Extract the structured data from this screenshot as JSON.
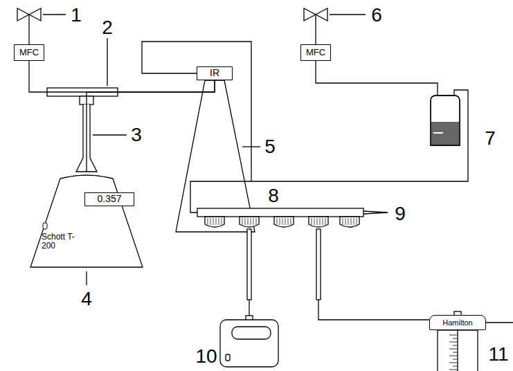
{
  "diagram": {
    "nodes": [
      {
        "text": [
          "MFC"
        ]
      },
      {
        "text": [
          "Schott T-200"
        ]
      },
      {
        "text": [
          "0.357"
        ],
        "in": 1
      },
      {
        "text": [
          "IR"
        ]
      },
      {
        "text": [
          "MFC"
        ]
      },
      {
        "text": [
          "Hamilton"
        ]
      }
    ],
    "edges": [
      {
        "from": 0,
        "to": 3,
        "arrow": "none"
      },
      {
        "from": 1,
        "to": 3,
        "arrow": "none"
      }
    ],
    "labels": [
      "1",
      "2",
      "3",
      "4",
      "5",
      "6",
      "7",
      "8",
      "9",
      "10",
      "11"
    ]
  }
}
